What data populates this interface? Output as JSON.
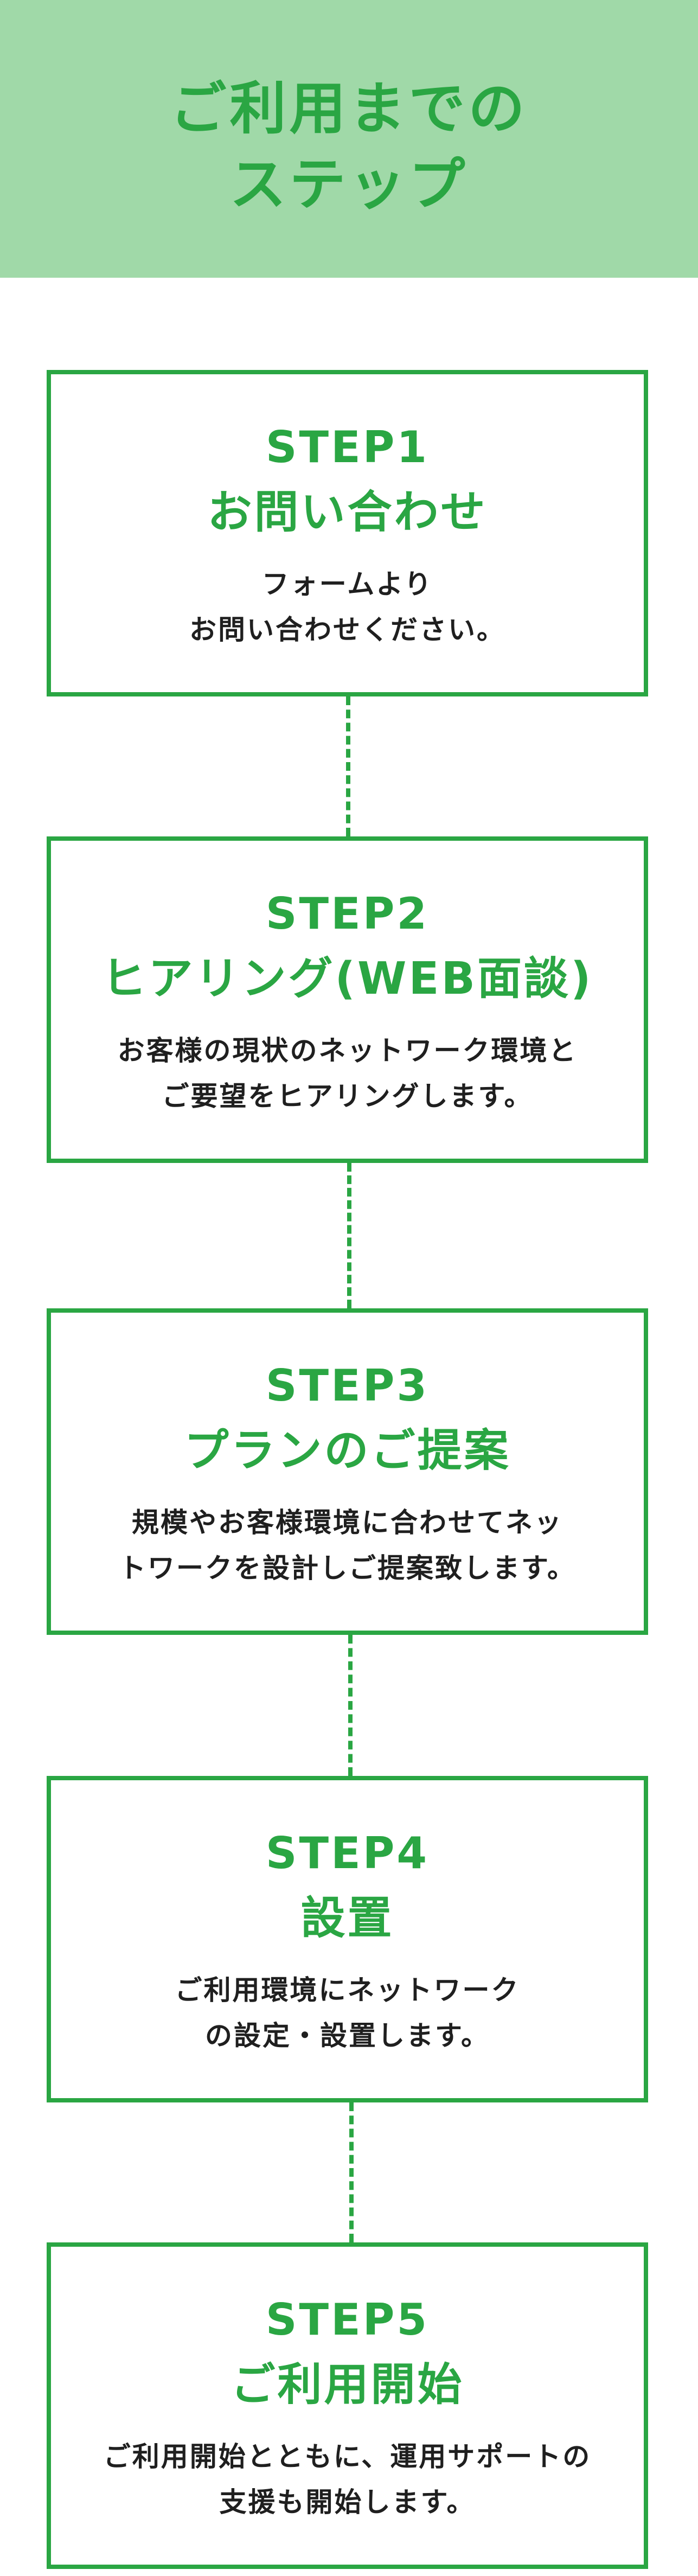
{
  "header": {
    "title_line1": "ご利用までの",
    "title_line2": "ステップ",
    "background_color": "#a0d9a8",
    "accent_color": "#2aa643"
  },
  "steps": [
    {
      "label": "STEP1",
      "title": "お問い合わせ",
      "desc_line1": "フォームより",
      "desc_line2": "お問い合わせください。"
    },
    {
      "label": "STEP2",
      "title": "ヒアリング(WEB面談)",
      "desc_line1": "お客様の現状のネットワーク環境と",
      "desc_line2": "ご要望をヒアリングします。"
    },
    {
      "label": "STEP3",
      "title": "プランのご提案",
      "desc_line1": "規模やお客様環境に合わせてネッ",
      "desc_line2": "トワークを設計しご提案致します。"
    },
    {
      "label": "STEP4",
      "title": "設置",
      "desc_line1": "ご利用環境にネットワーク",
      "desc_line2": "の設定・設置します。"
    },
    {
      "label": "STEP5",
      "title": "ご利用開始",
      "desc_line1": "ご利用開始とともに、運用サポートの",
      "desc_line2": "支援も開始します。"
    }
  ]
}
